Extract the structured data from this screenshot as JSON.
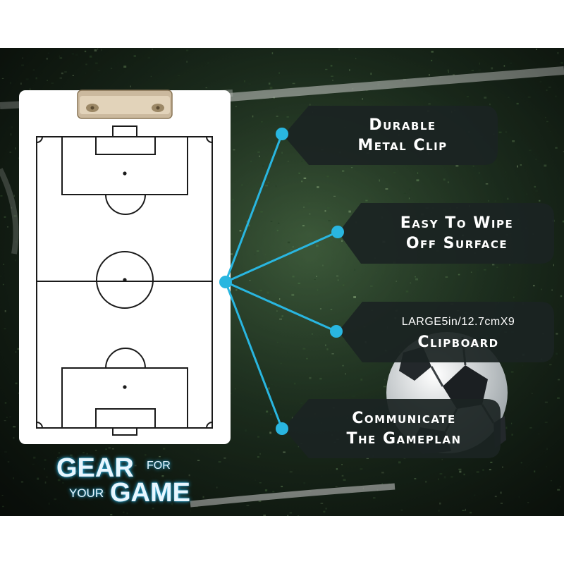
{
  "callouts": [
    {
      "line1": "Durable",
      "line2": "Metal Clip"
    },
    {
      "line1": "Easy To Wipe",
      "line2": "Off Surface"
    },
    {
      "line1": "LARGE5in/12.7cmX9",
      "line2": "Clipboard"
    },
    {
      "line1": "Communicate",
      "line2": "The Gameplan"
    }
  ],
  "brand": {
    "word1": "GEAR",
    "word2": "FOR",
    "word3": "YOUR",
    "word4": "GAME"
  },
  "colors": {
    "accent": "#29b6e0",
    "callout_bg": "#1b2322",
    "grass": "#2f4a30",
    "board": "#ffffff",
    "clip": "#c9b69a"
  }
}
